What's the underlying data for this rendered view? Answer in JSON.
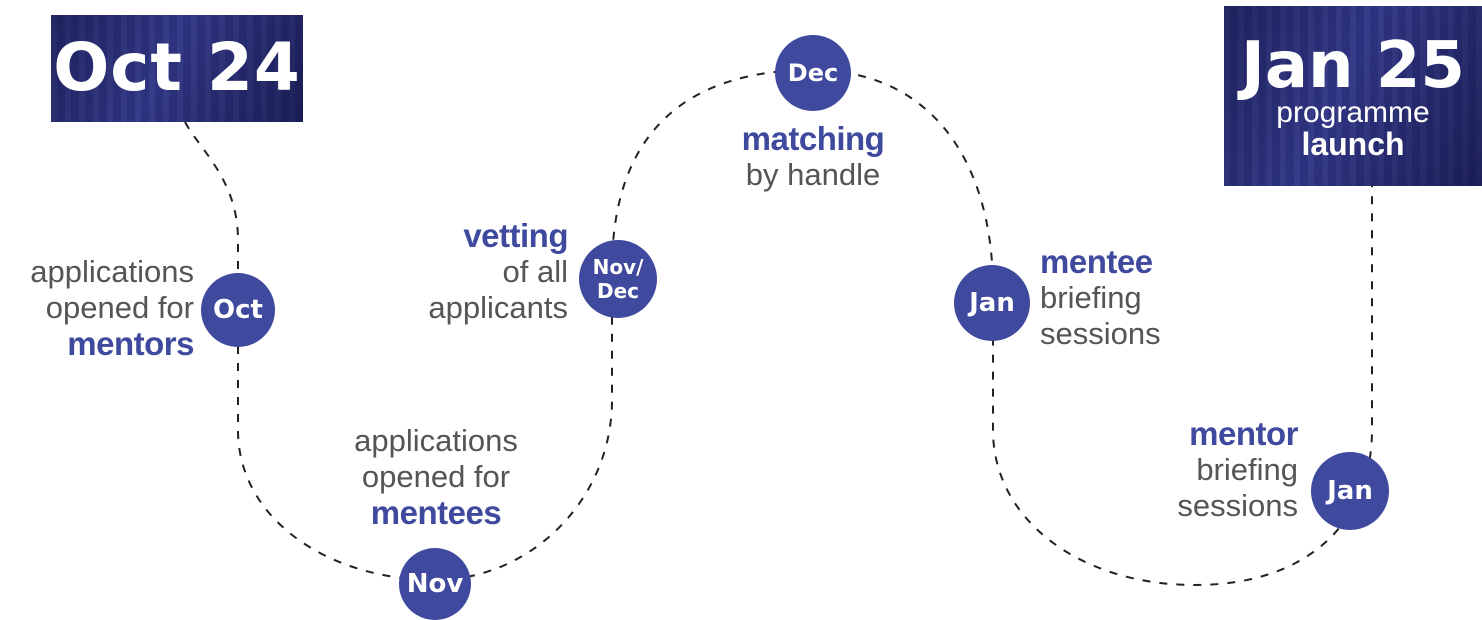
{
  "banners": {
    "start": {
      "title": "Oct 24"
    },
    "end": {
      "title": "Jan 25",
      "line1": "programme",
      "line2": "launch"
    }
  },
  "milestones": [
    {
      "badge": "Oct",
      "lines": [
        "applications",
        "opened for"
      ],
      "highlight": "mentors"
    },
    {
      "badge": "Nov",
      "lines": [
        "applications",
        "opened for"
      ],
      "highlight": "mentees"
    },
    {
      "badge": "Nov/ Dec",
      "badge_line1": "Nov/",
      "badge_line2": "Dec",
      "highlight": "vetting",
      "lines": [
        "of all",
        "applicants"
      ]
    },
    {
      "badge": "Dec",
      "highlight": "matching",
      "lines": [
        "by handle"
      ]
    },
    {
      "badge": "Jan",
      "highlight": "mentee",
      "lines": [
        "briefing",
        "sessions"
      ]
    },
    {
      "badge": "Jan",
      "highlight": "mentor",
      "lines": [
        "briefing",
        "sessions"
      ]
    }
  ],
  "colors": {
    "accent": "#3f4a9f",
    "banner": "#2b2f7e",
    "text": "#555555",
    "path": "#222222"
  }
}
